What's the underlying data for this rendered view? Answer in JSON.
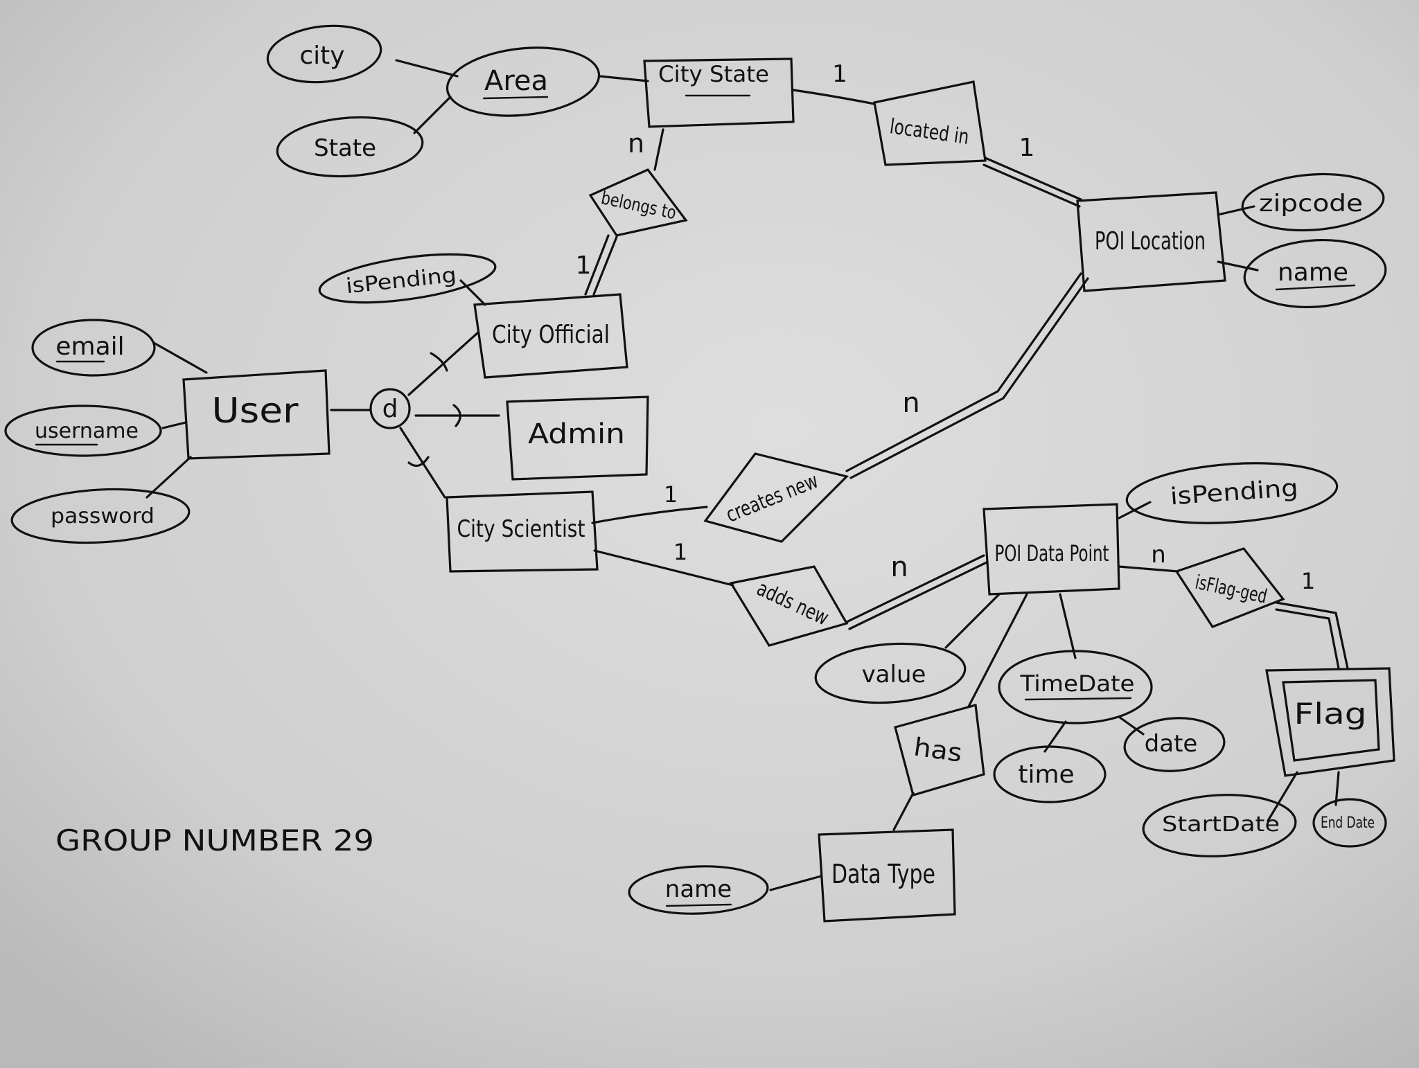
{
  "diagram": {
    "entities": [
      {
        "id": "city_state",
        "label": "City State"
      },
      {
        "id": "poi_location",
        "label": "POI Location"
      },
      {
        "id": "city_official",
        "label": "City Official"
      },
      {
        "id": "user",
        "label": "User"
      },
      {
        "id": "admin",
        "label": "Admin"
      },
      {
        "id": "city_scientist",
        "label": "City Scientist"
      },
      {
        "id": "poi_data_point",
        "label": "POI Data Point"
      },
      {
        "id": "data_type",
        "label": "Data Type"
      },
      {
        "id": "flag",
        "label": "Flag"
      }
    ],
    "relationships": [
      {
        "id": "located_in",
        "label": "located in"
      },
      {
        "id": "belongs_to",
        "label": "belongs to"
      },
      {
        "id": "creates_new",
        "label": "creates new"
      },
      {
        "id": "adds_new",
        "label": "adds new"
      },
      {
        "id": "is_flagged",
        "label": "isFlag-ged"
      },
      {
        "id": "has",
        "label": "has"
      }
    ],
    "attributes": [
      {
        "id": "city",
        "label": "city"
      },
      {
        "id": "area",
        "label": "Area"
      },
      {
        "id": "state",
        "label": "State"
      },
      {
        "id": "zipcode",
        "label": "zipcode"
      },
      {
        "id": "poi_name",
        "label": "name"
      },
      {
        "id": "is_pending_official",
        "label": "isPending"
      },
      {
        "id": "email",
        "label": "email"
      },
      {
        "id": "username",
        "label": "username"
      },
      {
        "id": "password",
        "label": "password"
      },
      {
        "id": "is_pending_point",
        "label": "isPending"
      },
      {
        "id": "value",
        "label": "value"
      },
      {
        "id": "time_date",
        "label": "TimeDate"
      },
      {
        "id": "time",
        "label": "time"
      },
      {
        "id": "date",
        "label": "date"
      },
      {
        "id": "start_date",
        "label": "StartDate"
      },
      {
        "id": "end_date",
        "label": "End Date"
      },
      {
        "id": "type_name",
        "label": "name"
      }
    ],
    "specialization_label": "d",
    "cardinalities": {
      "city_state_located": "1",
      "located_poi": "1",
      "belongs_city_state": "n",
      "belongs_official": "1",
      "creates_scientist": "1",
      "creates_poi": "n",
      "adds_scientist": "1",
      "adds_point": "n",
      "flagged_point": "n",
      "flagged_flag": "1"
    },
    "footer": "GROUP NUMBER 29"
  },
  "colors": {
    "paper": "#d4d4d4",
    "ink": "#111111",
    "background": "#3a3a3a"
  }
}
